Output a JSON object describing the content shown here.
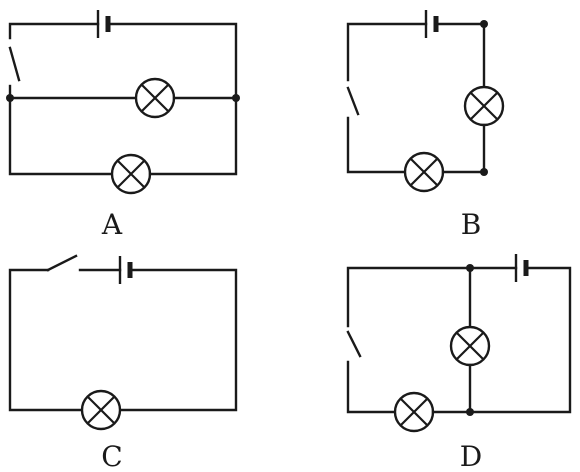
{
  "circuits": {
    "a": {
      "label": "A"
    },
    "b": {
      "label": "B"
    },
    "c": {
      "label": "C"
    },
    "d": {
      "label": "D"
    }
  }
}
